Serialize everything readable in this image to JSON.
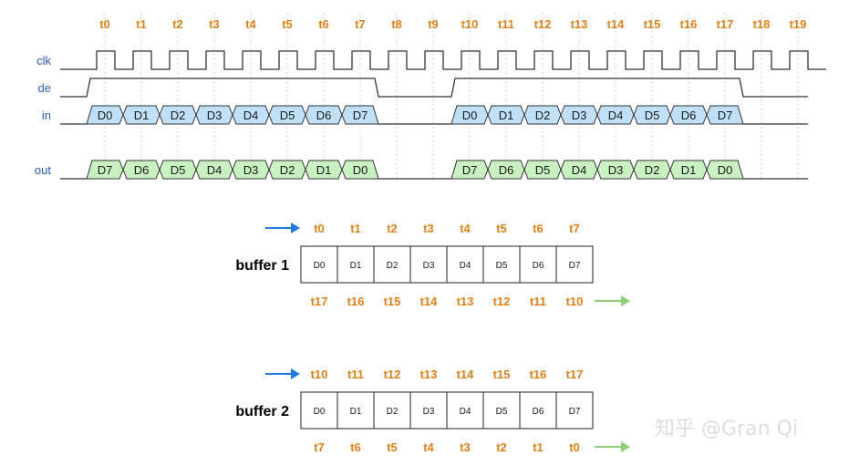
{
  "timing": {
    "time_labels": [
      "t0",
      "t1",
      "t2",
      "t3",
      "t4",
      "t5",
      "t6",
      "t7",
      "t8",
      "t9",
      "t10",
      "t11",
      "t12",
      "t13",
      "t14",
      "t15",
      "t16",
      "t17",
      "t18",
      "t19"
    ],
    "signals": {
      "clk": "clk",
      "de": "de",
      "in": "in",
      "out": "out"
    },
    "in_bursts": [
      [
        "D0",
        "D1",
        "D2",
        "D3",
        "D4",
        "D5",
        "D6",
        "D7"
      ],
      [
        "D0",
        "D1",
        "D2",
        "D3",
        "D4",
        "D5",
        "D6",
        "D7"
      ]
    ],
    "out_bursts": [
      [
        "D7",
        "D6",
        "D5",
        "D4",
        "D3",
        "D2",
        "D1",
        "D0"
      ],
      [
        "D7",
        "D6",
        "D5",
        "D4",
        "D3",
        "D2",
        "D1",
        "D0"
      ]
    ],
    "de_high_cycles": [
      [
        0,
        8
      ],
      [
        10,
        18
      ]
    ]
  },
  "buffers": [
    {
      "name": "buffer 1",
      "cells": [
        "D0",
        "D1",
        "D2",
        "D3",
        "D4",
        "D5",
        "D6",
        "D7"
      ],
      "write_times": [
        "t0",
        "t1",
        "t2",
        "t3",
        "t4",
        "t5",
        "t6",
        "t7"
      ],
      "read_times": [
        "t17",
        "t16",
        "t15",
        "t14",
        "t13",
        "t12",
        "t11",
        "t10"
      ]
    },
    {
      "name": "buffer 2",
      "cells": [
        "D0",
        "D1",
        "D2",
        "D3",
        "D4",
        "D5",
        "D6",
        "D7"
      ],
      "write_times": [
        "t10",
        "t11",
        "t12",
        "t13",
        "t14",
        "t15",
        "t16",
        "t17"
      ],
      "read_times": [
        "t7",
        "t6",
        "t5",
        "t4",
        "t3",
        "t2",
        "t1",
        "t0"
      ]
    }
  ],
  "colors": {
    "time_label": "#e0801b",
    "signal_label": "#2d5fb0",
    "in_fill": "#bfe0f7",
    "out_fill": "#c8f0c0",
    "write_arrow": "#1f7be0",
    "read_arrow": "#8fcf7a",
    "grid": "#cfcfcf"
  },
  "watermark": "知乎 @Gran Qi"
}
